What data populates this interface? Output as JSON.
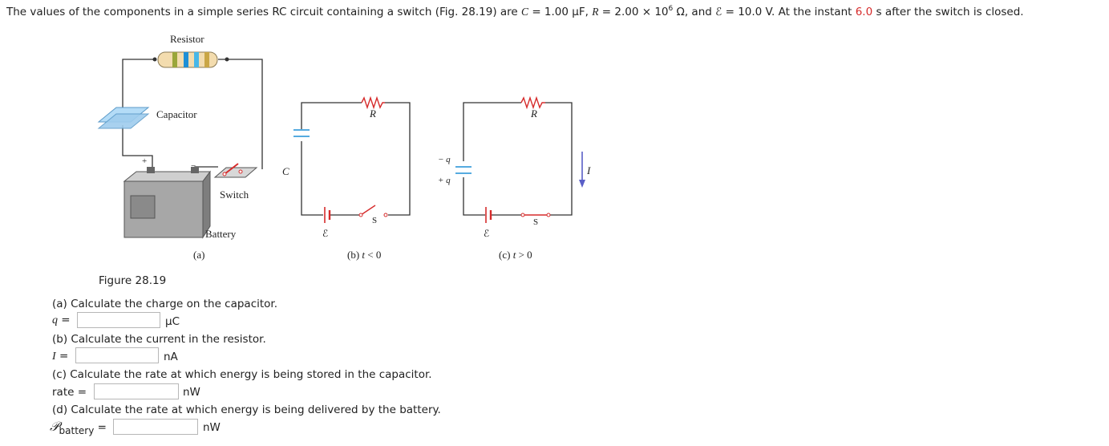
{
  "problem": {
    "lead": "The values of the components in a simple series RC circuit containing a switch (Fig. 28.19) are ",
    "c_sym": "C",
    "c_val": " = 1.00 μF, ",
    "r_sym": "R",
    "r_val": " = 2.00 × 10",
    "r_exp": "6",
    "r_unit": " Ω, and ",
    "emf_sym": "ℰ",
    "emf_val": " = 10.0 V. At the instant ",
    "time": "6.0",
    "tail": " s after the switch is closed."
  },
  "figure": {
    "caption": "Figure 28.19",
    "panel_a": {
      "resistor_label": "Resistor",
      "capacitor_label": "Capacitor",
      "switch_label": "Switch",
      "battery_label": "Battery",
      "plus": "+",
      "minus": "−",
      "sub_label": "(a)"
    },
    "panel_b": {
      "r": "R",
      "c": "C",
      "emf": "ℰ",
      "s": "S",
      "sub_label_pre": "(b) ",
      "sub_label_t": "t",
      "sub_label_post": " < 0"
    },
    "panel_c": {
      "r": "R",
      "emf": "ℰ",
      "s": "S",
      "i": "I",
      "minus_q": "− q",
      "plus_q": "+ q",
      "sub_label_pre": "(c) ",
      "sub_label_t": "t",
      "sub_label_post": " > 0"
    }
  },
  "questions": [
    {
      "prompt": "(a) Calculate the charge on the capacitor.",
      "var": "q",
      "eq": " =",
      "unit": "μC",
      "value": ""
    },
    {
      "prompt": "(b) Calculate the current in the resistor.",
      "var": "I",
      "eq": " =",
      "unit": "nA",
      "value": ""
    },
    {
      "prompt": "(c) Calculate the rate at which energy is being stored in the capacitor.",
      "var": "rate",
      "eq": " =",
      "unit": "nW",
      "value": ""
    },
    {
      "prompt": "(d) Calculate the rate at which energy is being delivered by the battery.",
      "var": "𝒫",
      "var_sub": "battery",
      "eq": " =",
      "unit": "nW",
      "value": ""
    }
  ],
  "colors": {
    "accent_red": "#d62b2b",
    "wire": "#333333",
    "capacitor_plate": "#a7d4f2",
    "battery_body": "#9a9a9a"
  }
}
